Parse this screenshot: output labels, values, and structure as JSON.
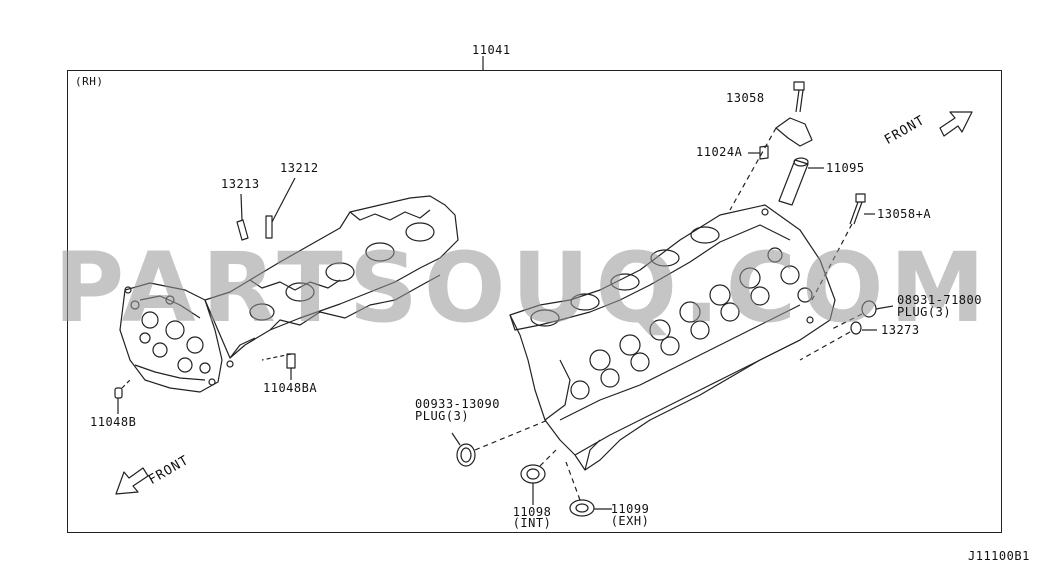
{
  "frame_label": "(RH)",
  "main_part": "11041",
  "diagram_code": "J11100B1",
  "watermark": "PARTSOUQ.COM",
  "front_label": "FRONT",
  "parts": {
    "p13058": "13058",
    "p11024a": "11024A",
    "p11095": "11095",
    "p13058a": "13058+A",
    "p08931": "08931-71800",
    "p08931_sub": "PLUG(3)",
    "p13273": "13273",
    "p13213": "13213",
    "p13212": "13212",
    "p11048ba": "11048BA",
    "p11048b": "11048B",
    "p00933": "00933-13090",
    "p00933_sub": "PLUG(3)",
    "p11098": "11098",
    "p11098_sub": "(INT)",
    "p11099": "11099",
    "p11099_sub": "(EXH)"
  }
}
